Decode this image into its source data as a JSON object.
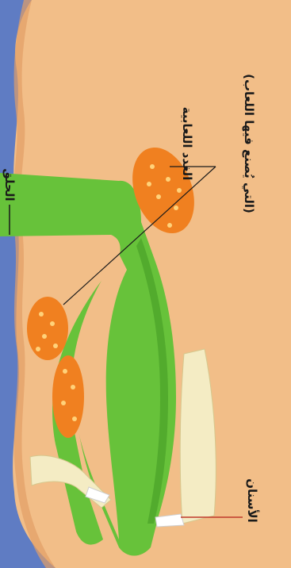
{
  "labels": {
    "glands_line1": "الغدد اللعابية",
    "glands_line2": "(التي يُصنع فيها اللعاب)",
    "throat": "الحلق",
    "teeth": "الأسنان"
  },
  "colors": {
    "background_blue": "#5f7cc3",
    "skin": "#f2be88",
    "tissue_green": "#67c23a",
    "gland_orange": "#f08020",
    "bone_cream": "#f4ecc4",
    "pointer_line_red": "#c0392b"
  }
}
